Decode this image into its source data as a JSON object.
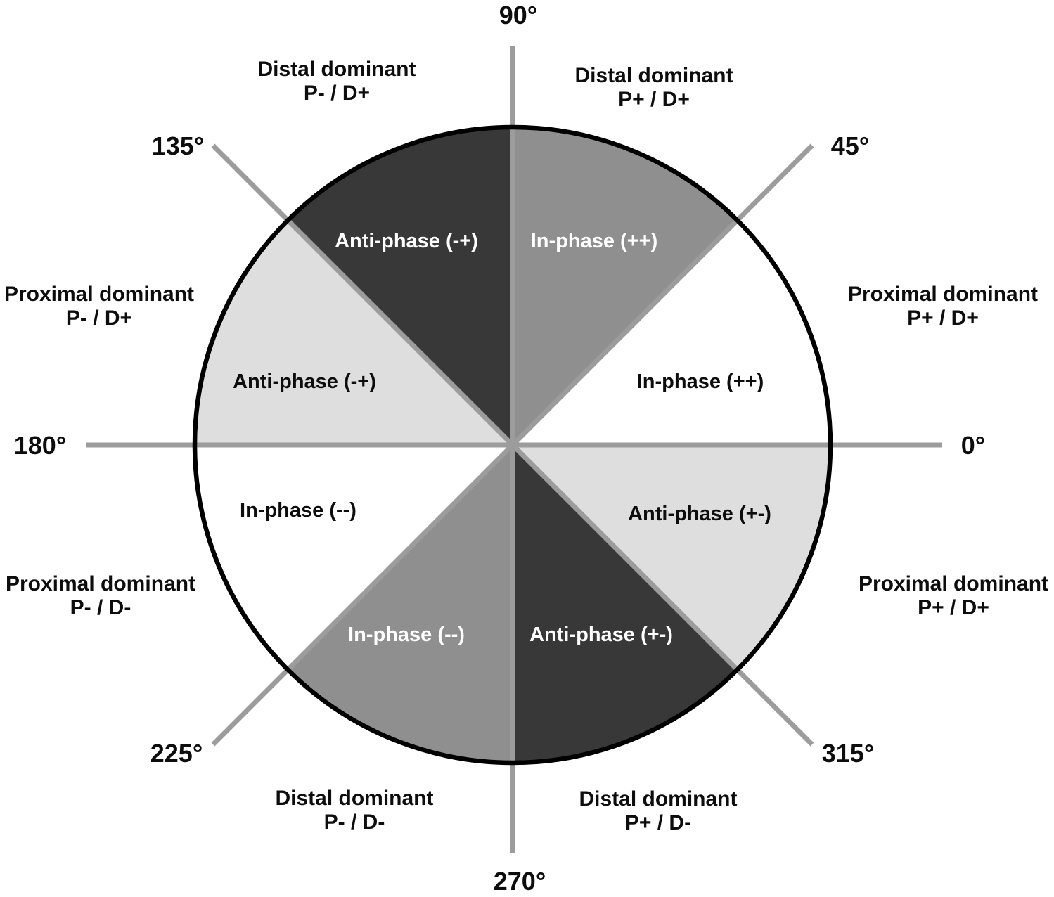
{
  "figure": {
    "description": "Coupling angle polar diagram with eight 45-degree sectors classifying coordination phase and segment dominance"
  },
  "colors": {
    "dark": "#383838",
    "medium": "#8f8f8f",
    "light": "#dedede",
    "white": "#ffffff",
    "line": "#9c9c9c",
    "outline": "#000000",
    "text_dark": "#0d0d0d",
    "text_light": "#ffffff"
  },
  "diagram": {
    "angles": {
      "a0": "0°",
      "a45": "45°",
      "a90": "90°",
      "a135": "135°",
      "a180": "180°",
      "a225": "225°",
      "a270": "270°",
      "a315": "315°"
    },
    "sectors": [
      {
        "range": "0-45",
        "label": "In-phase (++)",
        "fill": "white",
        "text": "dark"
      },
      {
        "range": "45-90",
        "label": "In-phase (++)",
        "fill": "medium",
        "text": "white"
      },
      {
        "range": "90-135",
        "label": "Anti-phase (-+)",
        "fill": "dark",
        "text": "white"
      },
      {
        "range": "135-180",
        "label": "Anti-phase (-+)",
        "fill": "light",
        "text": "dark"
      },
      {
        "range": "180-225",
        "label": "In-phase (--)",
        "fill": "white",
        "text": "dark"
      },
      {
        "range": "225-270",
        "label": "In-phase  (--)",
        "fill": "medium",
        "text": "white"
      },
      {
        "range": "270-315",
        "label": "Anti-phase (+-)",
        "fill": "dark",
        "text": "white"
      },
      {
        "range": "315-360",
        "label": "Anti-phase (+-)",
        "fill": "light",
        "text": "dark"
      }
    ],
    "outer_labels": {
      "top_left": {
        "line1": "Distal dominant",
        "line2": "P- / D+"
      },
      "top_right": {
        "line1": "Distal dominant",
        "line2": "P+ / D+"
      },
      "right_upper": {
        "line1": "Proximal dominant",
        "line2": "P+ / D+"
      },
      "right_lower": {
        "line1": "Proximal dominant",
        "line2": "P+ / D+"
      },
      "left_upper": {
        "line1": "Proximal dominant",
        "line2": "P- / D+"
      },
      "left_lower": {
        "line1": "Proximal dominant",
        "line2": "P- / D-"
      },
      "bottom_left": {
        "line1": "Distal dominant",
        "line2": "P- / D-"
      },
      "bottom_right": {
        "line1": "Distal dominant",
        "line2": "P+ / D-"
      }
    }
  }
}
